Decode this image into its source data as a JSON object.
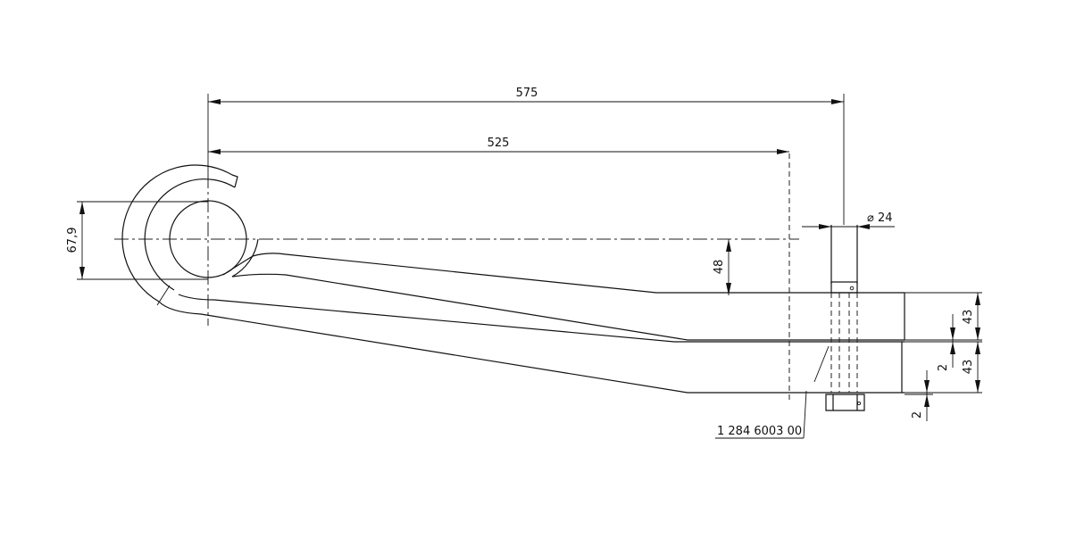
{
  "dimensions": {
    "overall_length": "575",
    "center_length": "525",
    "eye_diameter": "67,9",
    "offset_height": "48",
    "bolt_diameter": "⌀ 24",
    "leaf_thickness_top": "43",
    "leaf_thickness_bottom": "43",
    "gap_upper": "2",
    "gap_lower": "2"
  },
  "part_number": "1 284 6003 00"
}
